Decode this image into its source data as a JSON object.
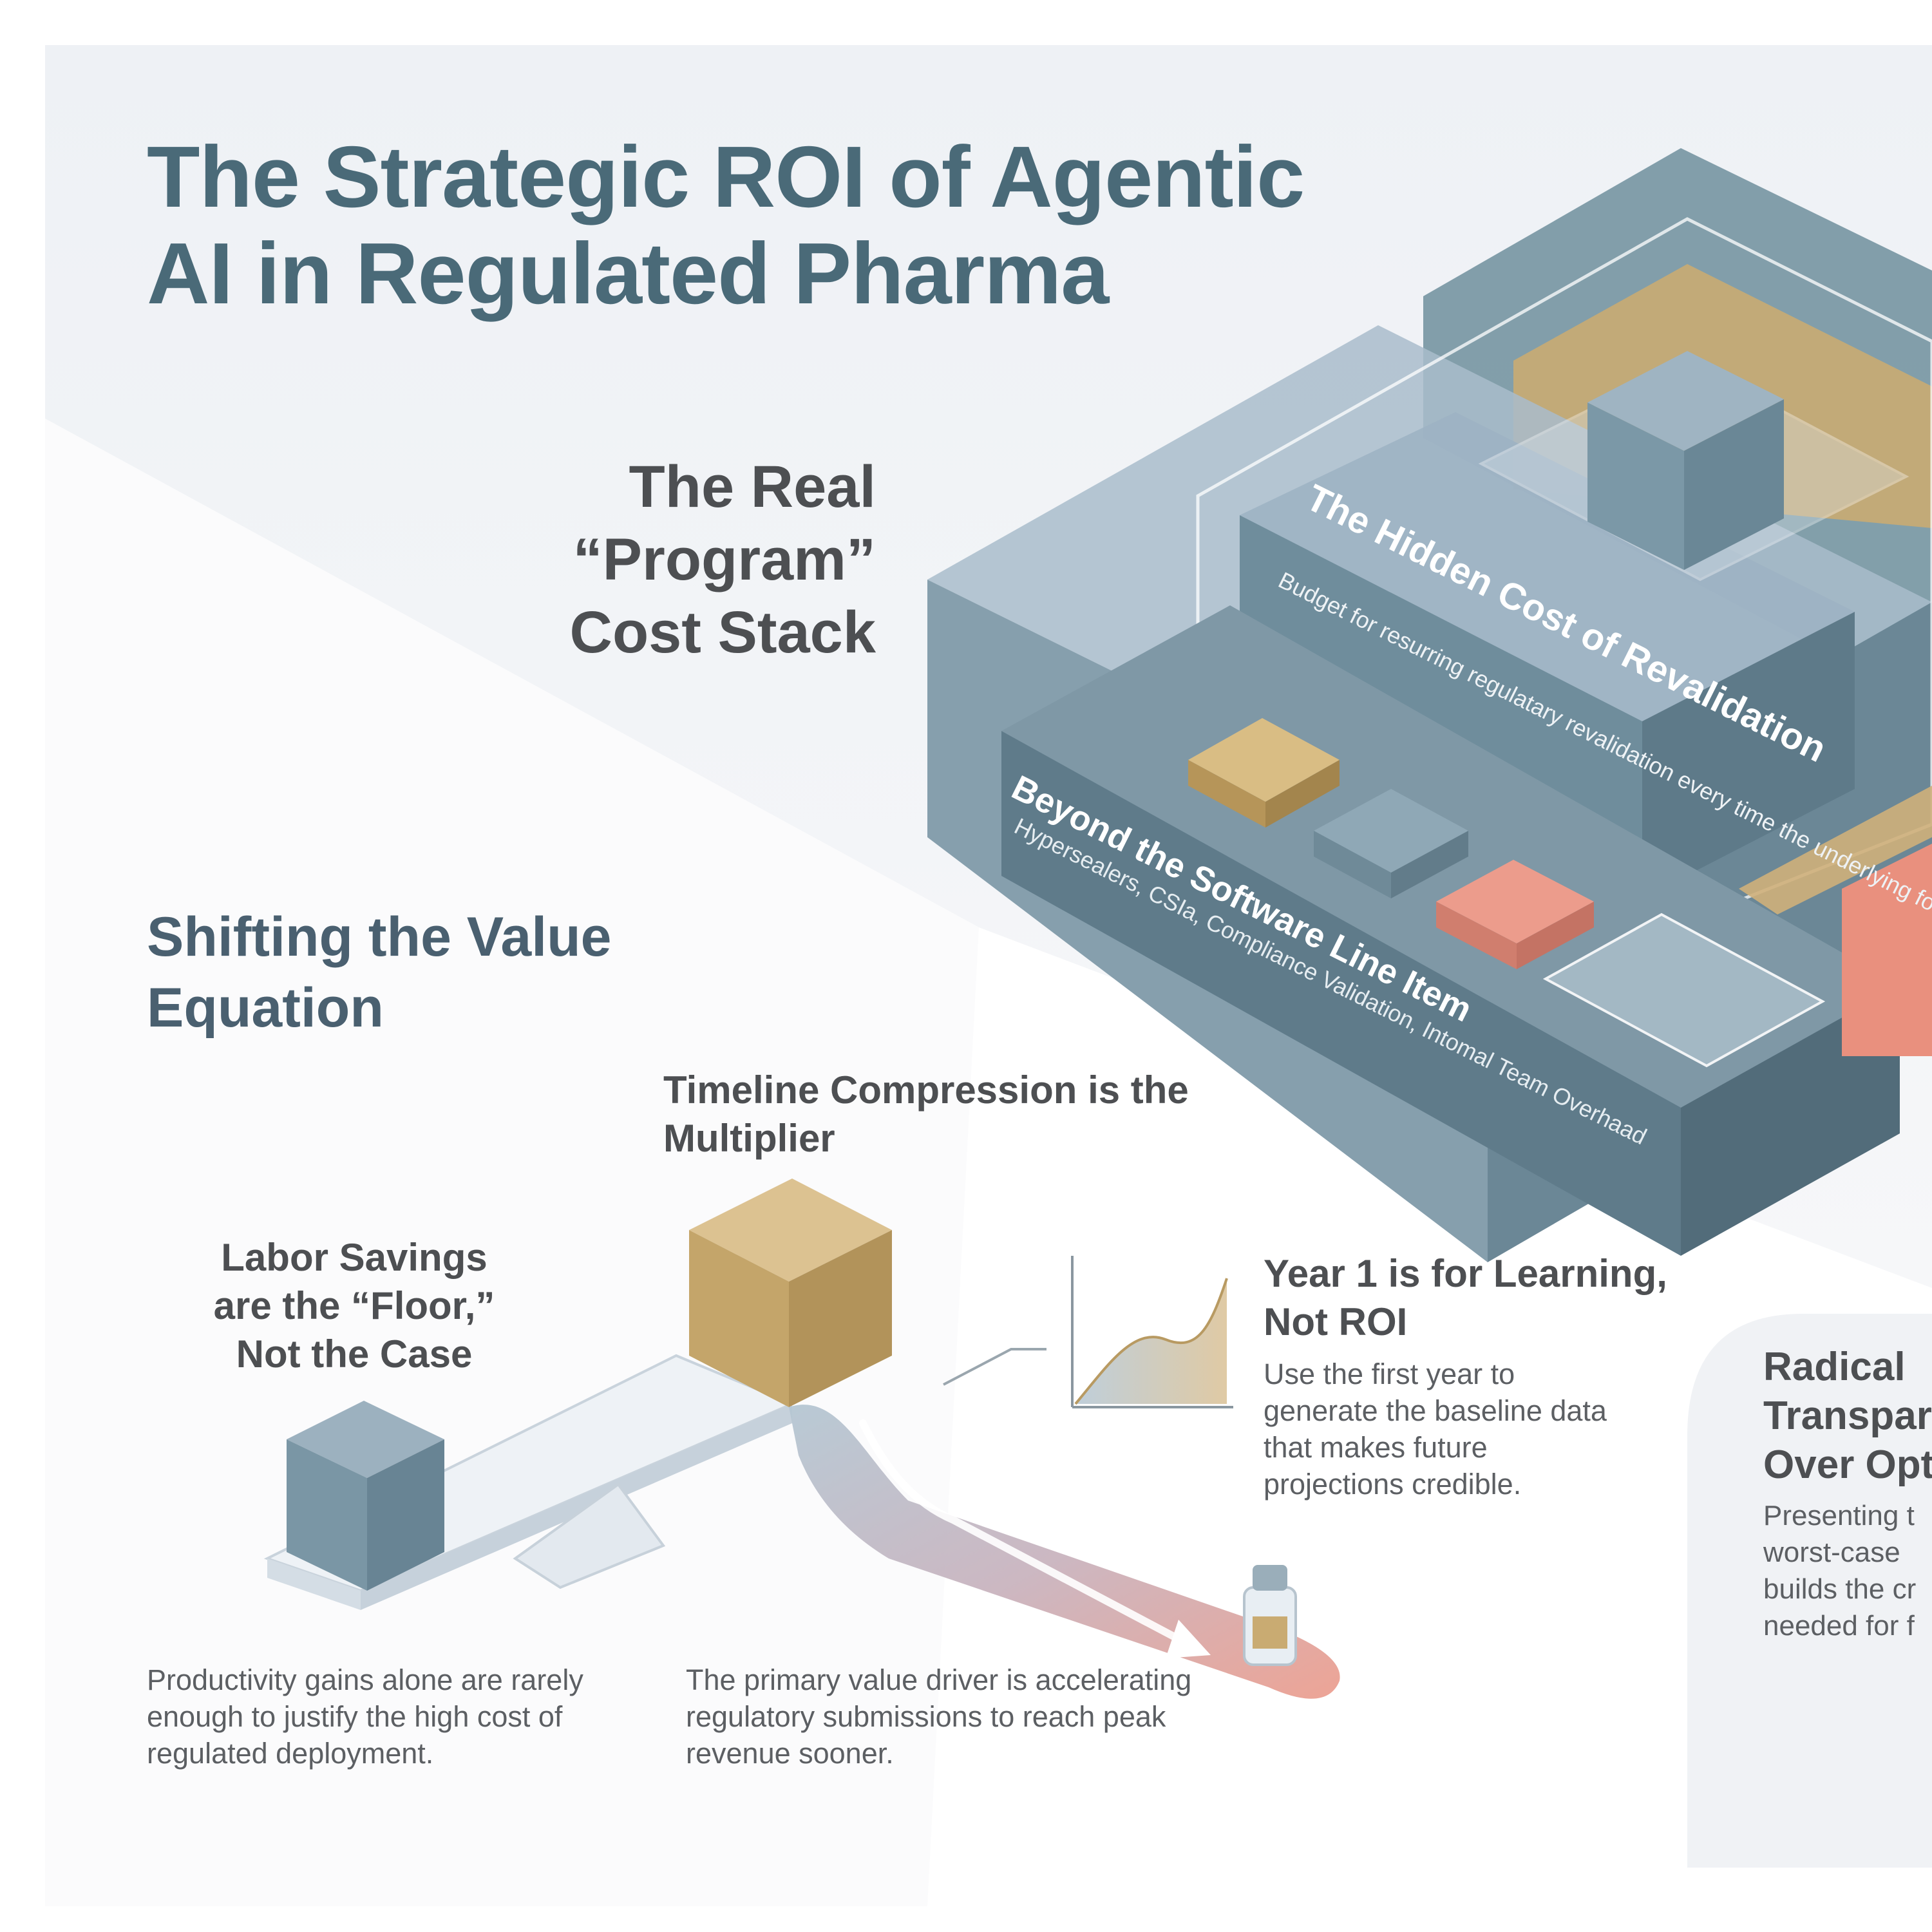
{
  "title": "The Strategic ROI of Agentic AI in Regulated Pharma",
  "cost_stack": {
    "title": "The Real “Program” Cost Stack",
    "hidden_cost": {
      "title": "The Hidden Cost of Revalidation",
      "description": "Budget for resurring regulatary revalidation every time the underlying foundation model updates."
    },
    "beyond_software": {
      "title": "Beyond the Software Line Item",
      "description": "Hypersealers, CSIa, Compliance Validation, Intomal Team Overhaad"
    }
  },
  "value_equation": {
    "title": "Shifting the Value Equation",
    "timeline": {
      "title": "Timeline Compression is the Multiplier"
    },
    "labor": {
      "title": "Labor Savings are the “Floor,” Not the Case",
      "description": "Productivity gains alone are rarely enough to justify the high cost of regulated deployment."
    },
    "primary": {
      "description": "The primary value driver is accelerating regulatory submissions to reach peak revenue sooner."
    },
    "year1": {
      "title": "Year 1 is for Learning, Not ROI",
      "description": "Use the first year to generate the baseline data that makes future projections credible."
    }
  },
  "radical": {
    "title_lines": [
      "Radical",
      "Transpar",
      "Over Opt"
    ],
    "description_lines": [
      "Presenting t",
      "worst-case",
      "builds the cr",
      "needed for f"
    ]
  },
  "colors": {
    "title": "#4a6a78",
    "slate": "#5f7d8c",
    "gold": "#c9ab72",
    "coral": "#e79584",
    "background": "#f1f3f6"
  }
}
